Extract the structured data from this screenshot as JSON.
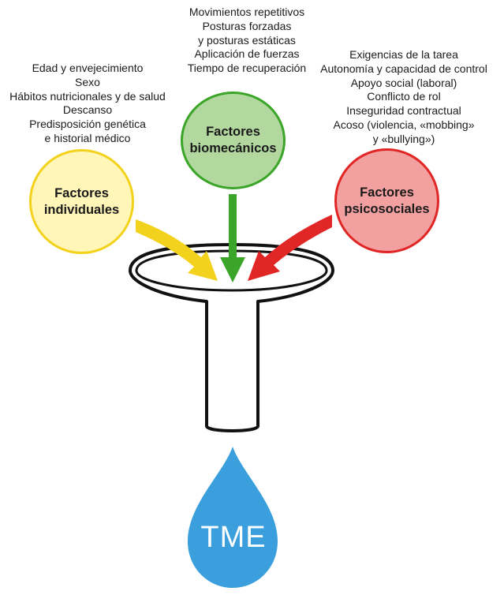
{
  "factors": {
    "individual": {
      "title_line1": "Factores",
      "title_line2": "individuales",
      "items": [
        "Edad y envejecimiento",
        "Sexo",
        "Hábitos nutricionales y de salud",
        "Descanso",
        "Predisposición genética",
        "e historial médico"
      ],
      "color": "#f3d21e",
      "fill": "#fff6b8"
    },
    "biomechanical": {
      "title_line1": "Factores",
      "title_line2": "biomecánicos",
      "items": [
        "Movimientos repetitivos",
        "Posturas forzadas",
        "y posturas estáticas",
        "Aplicación de fuerzas",
        "Tiempo de recuperación"
      ],
      "color": "#3aa528",
      "fill": "#b2d8a0"
    },
    "psychosocial": {
      "title_line1": "Factores",
      "title_line2": "psicosociales",
      "items": [
        "Exigencias de la tarea",
        "Autonomía y capacidad de control",
        "Apoyo social (laboral)",
        "Conflicto de rol",
        "Inseguridad contractual",
        "Acoso (violencia, «mobbing»",
        "y «bullying»)"
      ],
      "color": "#e12726",
      "fill": "#f2a0a0"
    }
  },
  "outcome": {
    "label": "TME",
    "color": "#3a9fdc"
  },
  "funnel_icon": "funnel-icon"
}
